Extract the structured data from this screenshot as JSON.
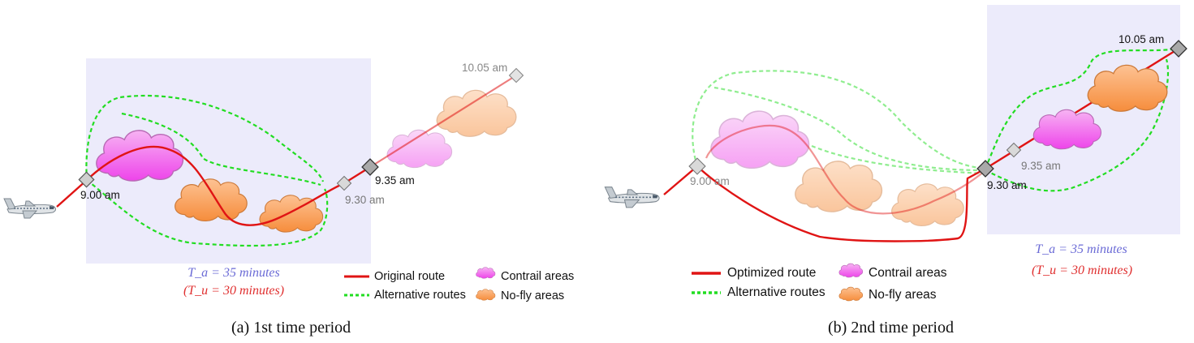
{
  "panel_a": {
    "caption": "(a)  1st time period",
    "equation_available": "T_a = 35 minutes",
    "equation_used": "(T_u = 30 minutes)",
    "times": {
      "t900": "9.00 am",
      "t930": "9.30 am",
      "t935": "9.35 am",
      "t1005": "10.05 am"
    },
    "legend": {
      "route": "Original route",
      "alternatives": "Alternative routes",
      "contrail": "Contrail areas",
      "nofly": "No-fly areas"
    }
  },
  "panel_b": {
    "caption": "(b)  2nd time period",
    "equation_available": "T_a = 35 minutes",
    "equation_used": "(T_u = 30 minutes)",
    "times": {
      "t900": "9.00 am",
      "t930": "9.30 am",
      "t935": "9.35 am",
      "t1005": "10.05 am"
    },
    "legend": {
      "route": "Optimized route",
      "alternatives": "Alternative routes",
      "contrail": "Contrail areas",
      "nofly": "No-fly areas"
    }
  },
  "colors": {
    "route": "#e01414",
    "alternatives": "#22dd22",
    "contrail": "#ee55ee",
    "nofly": "#f59a4a",
    "window": "#ecebfb",
    "eq_available": "#6b6bd6",
    "eq_used": "#e03030"
  }
}
